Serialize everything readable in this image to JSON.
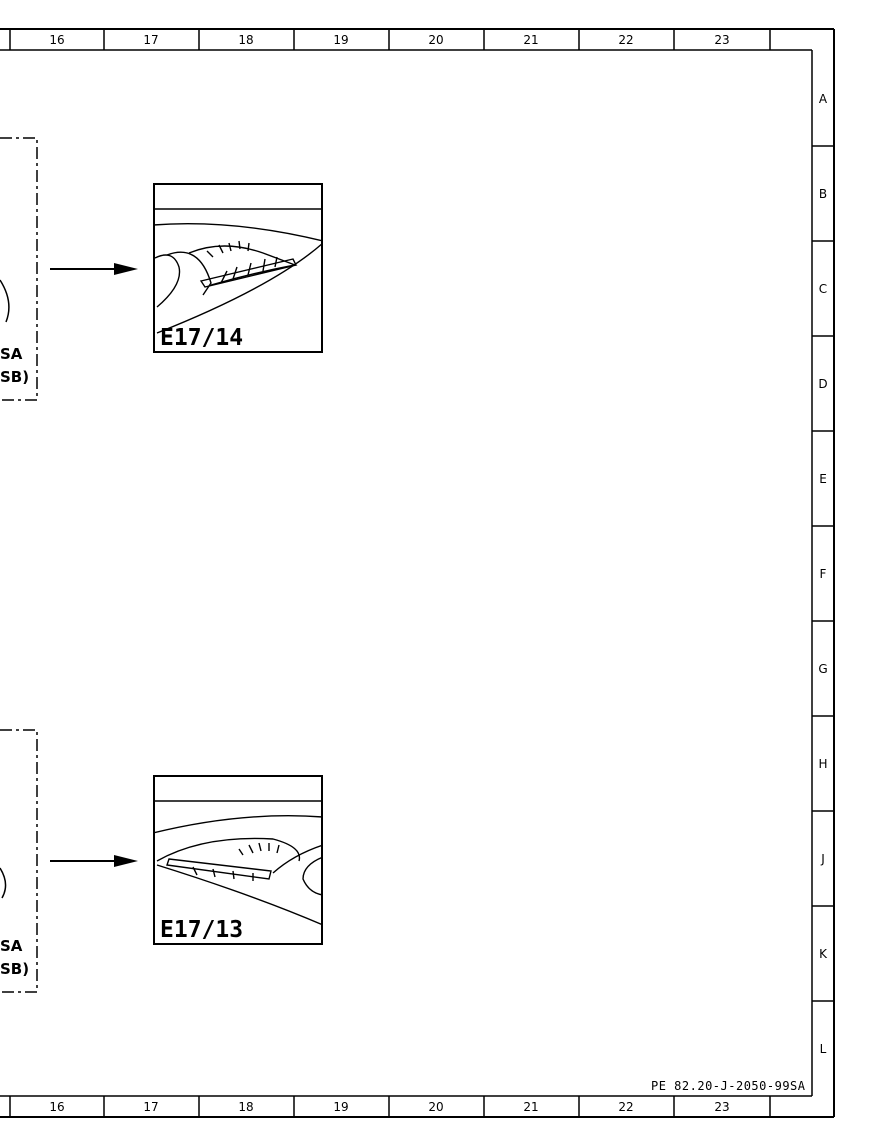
{
  "frame": {
    "columns": [
      "16",
      "17",
      "18",
      "19",
      "20",
      "21",
      "22",
      "23"
    ],
    "rows": [
      "A",
      "B",
      "C",
      "D",
      "E",
      "F",
      "G",
      "H",
      "J",
      "K",
      "L"
    ]
  },
  "upper_detail": {
    "code": "E17/14",
    "cut_line1": "SA",
    "cut_line2": "SB)"
  },
  "lower_detail": {
    "code": "E17/13",
    "cut_line1": "SA",
    "cut_line2": "SB)"
  },
  "document_id": "PE 82.20-J-2050-99SA",
  "colors": {
    "line": "#000000",
    "background": "#ffffff"
  }
}
